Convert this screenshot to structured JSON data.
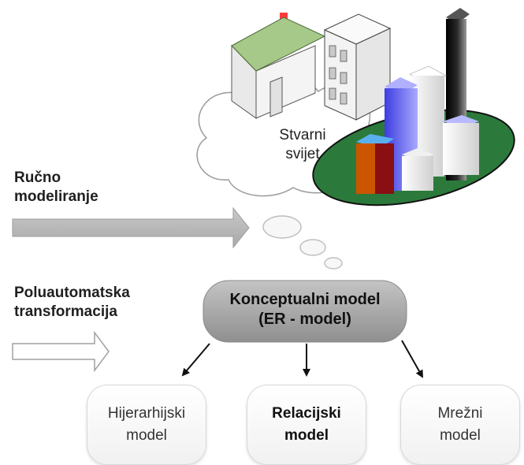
{
  "world": {
    "label_line1": "Stvarni",
    "label_line2": "svijet"
  },
  "manual": {
    "label_line1": "Ručno",
    "label_line2": "modeliranje"
  },
  "semiauto": {
    "label_line1": "Poluautomatska",
    "label_line2": "transformacija"
  },
  "conceptual": {
    "line1": "Konceptualni model",
    "line2": "(ER - model)"
  },
  "models": [
    {
      "line1": "Hijerarhijski",
      "line2": "model"
    },
    {
      "line1": "Relacijski",
      "line2": "model"
    },
    {
      "line1": "Mrežni",
      "line2": "model"
    }
  ]
}
